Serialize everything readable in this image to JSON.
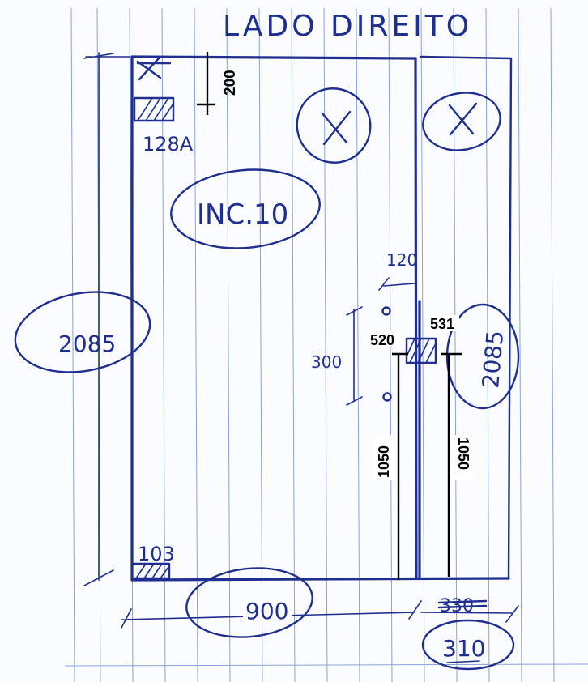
{
  "title": "LADO DIREITO",
  "labels": {
    "tag_top": "128A",
    "tag_bottom": "103",
    "main_panel_code": "INC.10",
    "height_left": "2085",
    "height_right": "2085",
    "width_bottom": "900",
    "width_right": "310",
    "width_right_scratched": "330",
    "dim_top_offset": "200",
    "dim_hole_spacing": "300",
    "dim_hole_offset": "120",
    "dim_hinge_left": "520",
    "dim_hinge_right": "531",
    "height_hinge_left": "1050",
    "height_hinge_right": "1050"
  },
  "colors": {
    "ink": "#1f2f8f",
    "print": "#000000",
    "rule": "#8aa4d6"
  }
}
